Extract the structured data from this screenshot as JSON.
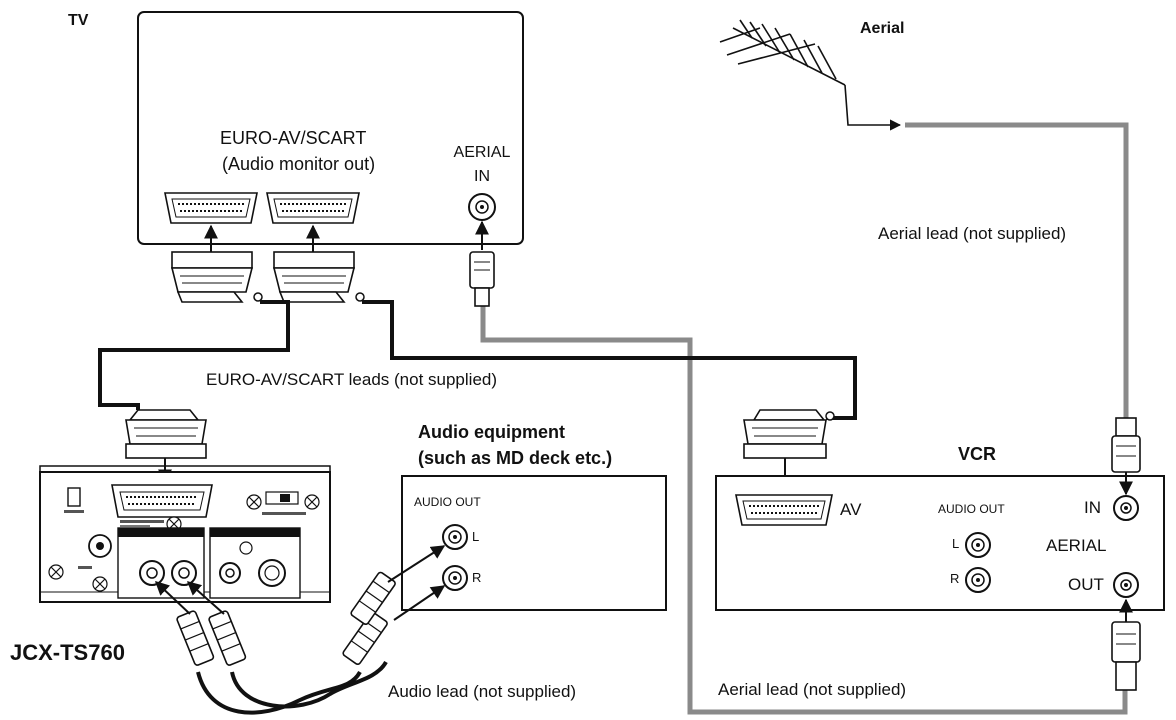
{
  "labels": {
    "tv": "TV",
    "aerial": "Aerial",
    "euro_av_scart": "EURO-AV/SCART",
    "audio_monitor_out": "(Audio monitor out)",
    "aerial_in_line1": "AERIAL",
    "aerial_in_line2": "IN",
    "aerial_lead_top": "Aerial lead (not supplied)",
    "scart_leads": "EURO-AV/SCART leads (not supplied)",
    "audio_equipment_line1": "Audio equipment",
    "audio_equipment_line2": "(such as MD deck etc.)",
    "vcr": "VCR",
    "audio_out_equipment": "AUDIO OUT",
    "equipment_L": "L",
    "equipment_R": "R",
    "vcr_av": "AV",
    "vcr_audio_out": "AUDIO OUT",
    "vcr_L": "L",
    "vcr_R": "R",
    "vcr_in": "IN",
    "vcr_aerial": "AERIAL",
    "vcr_out": "OUT",
    "model": "JCX-TS760",
    "audio_lead": "Audio lead (not supplied)",
    "aerial_lead_bottom": "Aerial lead (not supplied)"
  },
  "colors": {
    "line": "#111111",
    "aerial_lead": "#8a8a8a",
    "panel_fill": "#ffffff"
  }
}
